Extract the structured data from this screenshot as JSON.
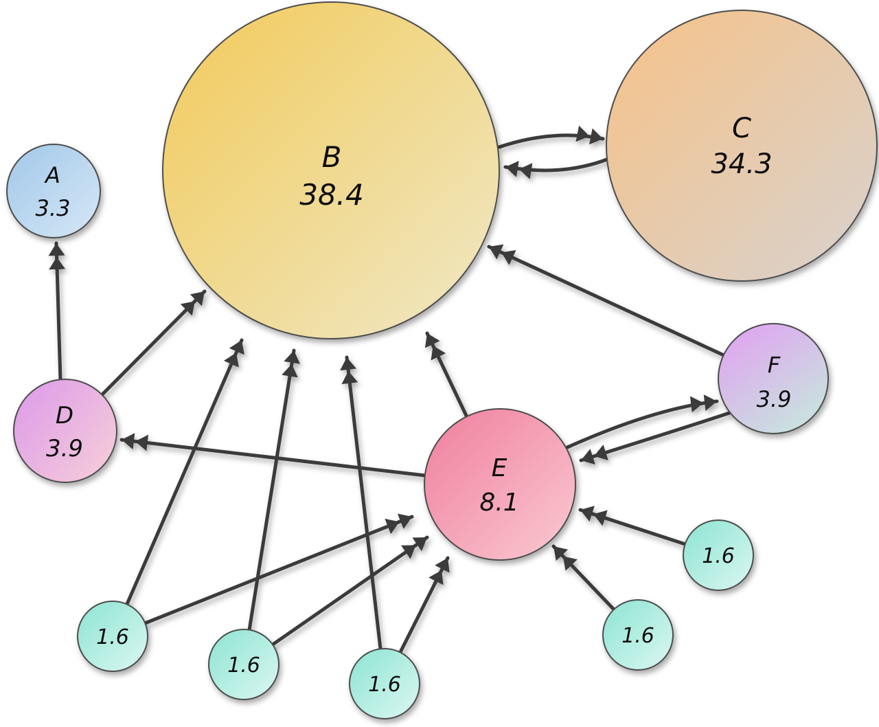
{
  "diagram": {
    "type": "directed-graph",
    "description": "Circles of varying size labeled with letters and percentage values, connected by dark double-chevron arrows"
  },
  "nodes": [
    {
      "id": "A",
      "label": "A",
      "value": "3.3"
    },
    {
      "id": "B",
      "label": "B",
      "value": "38.4"
    },
    {
      "id": "C",
      "label": "C",
      "value": "34.3"
    },
    {
      "id": "D",
      "label": "D",
      "value": "3.9"
    },
    {
      "id": "E",
      "label": "E",
      "value": "8.1"
    },
    {
      "id": "F",
      "label": "F",
      "value": "3.9"
    },
    {
      "id": "small-1",
      "label": "",
      "value": "1.6"
    },
    {
      "id": "small-2",
      "label": "",
      "value": "1.6"
    },
    {
      "id": "small-3",
      "label": "",
      "value": "1.6"
    },
    {
      "id": "small-4",
      "label": "",
      "value": "1.6"
    },
    {
      "id": "small-5",
      "label": "",
      "value": "1.6"
    }
  ],
  "edges": [
    {
      "from": "B",
      "to": "C"
    },
    {
      "from": "C",
      "to": "B"
    },
    {
      "from": "D",
      "to": "A"
    },
    {
      "from": "D",
      "to": "B"
    },
    {
      "from": "E",
      "to": "B"
    },
    {
      "from": "E",
      "to": "D"
    },
    {
      "from": "E",
      "to": "F"
    },
    {
      "from": "F",
      "to": "B"
    },
    {
      "from": "F",
      "to": "E"
    },
    {
      "from": "small-1",
      "to": "B"
    },
    {
      "from": "small-2",
      "to": "B"
    },
    {
      "from": "small-3",
      "to": "B"
    },
    {
      "from": "small-1",
      "to": "E"
    },
    {
      "from": "small-2",
      "to": "E"
    },
    {
      "from": "small-3",
      "to": "E"
    },
    {
      "from": "small-4",
      "to": "E"
    },
    {
      "from": "small-5",
      "to": "E"
    }
  ],
  "palette": {
    "edge": "#3a3a3a",
    "node_stroke": "#4d4d4d",
    "A": {
      "start": "#a2c8e9",
      "end": "#d6e7f6"
    },
    "B": {
      "start": "#f2ca5a",
      "end": "#efe8c6"
    },
    "C": {
      "start": "#f6c287",
      "end": "#d8d2cf"
    },
    "D": {
      "start": "#dd9ce9",
      "end": "#f6cdd9"
    },
    "E": {
      "start": "#f07e9d",
      "end": "#facad2"
    },
    "F": {
      "start": "#dfa5f0",
      "end": "#c6e9dc"
    },
    "small": {
      "start": "#8ce4d2",
      "end": "#dcf7f3"
    }
  }
}
